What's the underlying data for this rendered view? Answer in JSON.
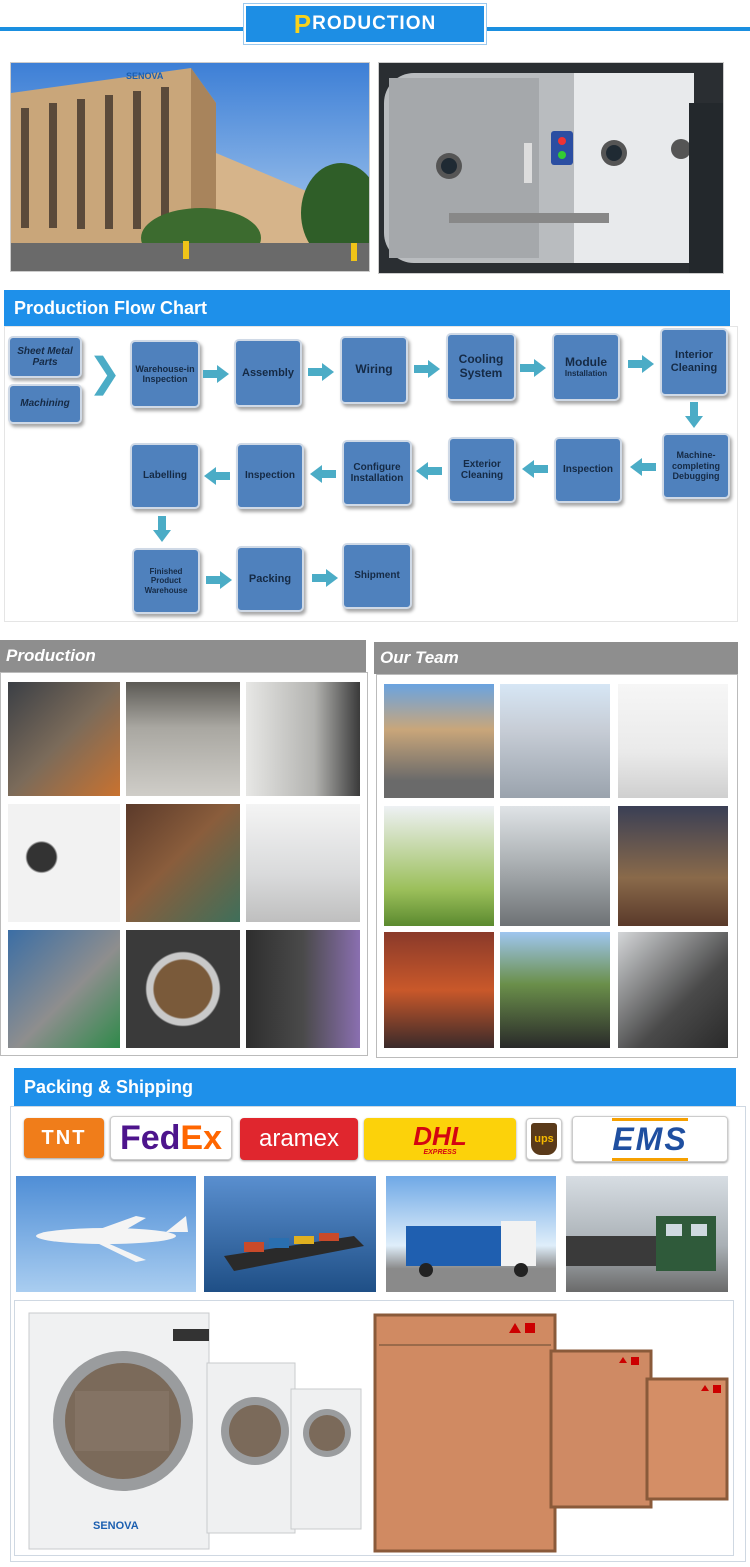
{
  "header": {
    "title_initial": "P",
    "title_rest": "roduction"
  },
  "flow_chart": {
    "title": "Production Flow Chart",
    "steps": {
      "sheet_metal": "Sheet Metal Parts",
      "machining": "Machining",
      "warehouse_in": "Warehouse-in Inspection",
      "assembly": "Assembly",
      "wiring": "Wiring",
      "cooling": "Cooling System",
      "module": "Module",
      "module_sub": "Installation",
      "interior": "Interior Cleaning",
      "machine": "Machine-completing Debugging",
      "inspection1": "Inspection",
      "exterior": "Exterior Cleaning",
      "configure": "Configure Installation",
      "inspection2": "Inspection",
      "labelling": "Labelling",
      "finished": "Finished Product Warehouse",
      "packing": "Packing",
      "shipment": "Shipment"
    }
  },
  "production_section": {
    "title": "Production"
  },
  "team_section": {
    "title": "Our Team"
  },
  "shipping_section": {
    "title": "Packing & Shipping",
    "carriers": {
      "tnt": "TNT",
      "fedex_fed": "Fed",
      "fedex_ex": "Ex",
      "aramex": "aramex",
      "dhl": "DHL",
      "dhl_sub": "EXPRESS",
      "ups": "ups",
      "ems": "EMS"
    }
  },
  "brand": {
    "building_sign": "SENOVA",
    "product_logo": "SENOVA"
  },
  "colors": {
    "accent_blue": "#1e90ea",
    "flow_box": "#4f81bd",
    "flow_arrow": "#4bacc6",
    "section_gray": "#8e8e8e",
    "title_initial": "#f8d21c"
  }
}
